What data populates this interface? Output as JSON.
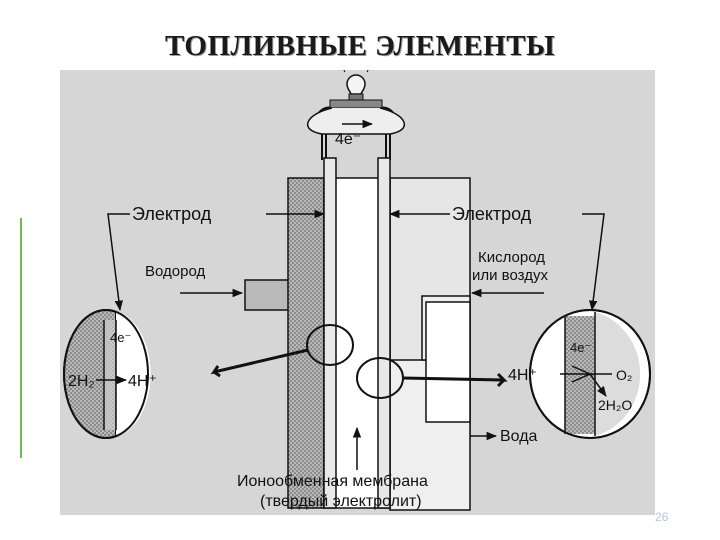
{
  "slide": {
    "title": "ТОПЛИВНЫЕ ЭЛЕМЕНТЫ",
    "page_number": "26"
  },
  "diagram": {
    "electrons_top": "4e⁻",
    "electrode_left": "Электрод",
    "electrode_right": "Электрод",
    "hydrogen": "Водород",
    "oxygen_line1": "Кислород",
    "oxygen_line2": "или воздух",
    "water": "Вода",
    "membrane_line1": "Ионообменная мембрана",
    "membrane_line2": "(твердый электролит)",
    "left_zoom": {
      "electrons": "4e⁻",
      "reactant": "2H₂",
      "product": "4H⁺"
    },
    "right_zoom": {
      "protons": "4H⁺",
      "electrons": "4e⁻",
      "oxygen": "O₂",
      "water": "2H₂O"
    }
  },
  "colors": {
    "panel_bg": "#d6d6d6",
    "accent_rule": "#6abf4b"
  }
}
